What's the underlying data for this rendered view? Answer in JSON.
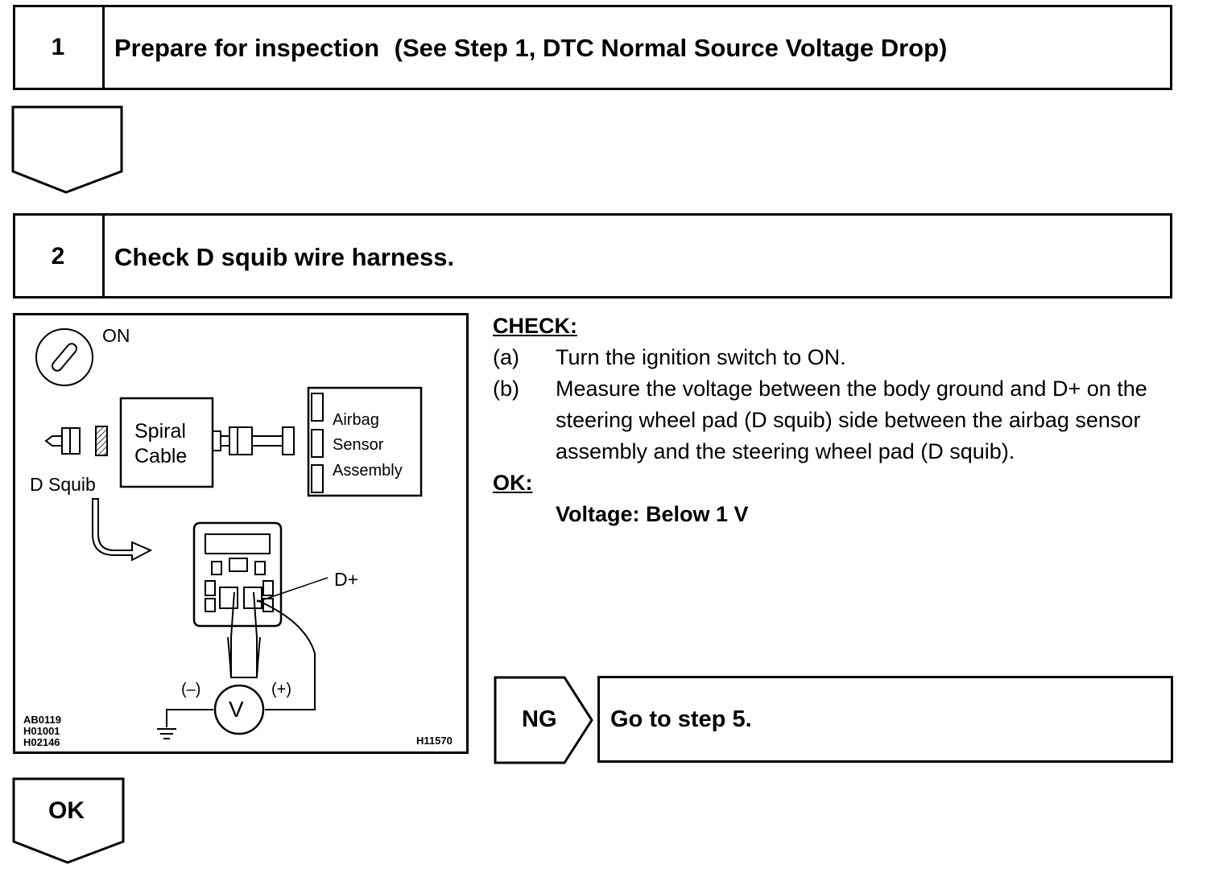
{
  "step1": {
    "number": "1",
    "title": "Prepare for inspection",
    "ref": "(See Step 1, DTC Normal Source Voltage Drop)"
  },
  "step2": {
    "number": "2",
    "title": "Check D squib wire harness."
  },
  "check": {
    "heading": "CHECK:",
    "items": [
      {
        "label": "(a)",
        "text": "Turn the ignition switch to ON."
      },
      {
        "label": "(b)",
        "text": "Measure the voltage between the body ground and D+ on the steering wheel pad (D squib) side between the airbag sensor assembly and the steering wheel pad (D squib)."
      }
    ],
    "ok_heading": "OK:",
    "ok_spec": "Voltage: Below 1 V"
  },
  "diagram": {
    "switch_label": "ON",
    "spiral_line1": "Spiral",
    "spiral_line2": "Cable",
    "airbag_line1": "Airbag",
    "airbag_line2": "Sensor",
    "airbag_line3": "Assembly",
    "d_squib": "D Squib",
    "d_plus": "D+",
    "minus": "(–)",
    "plus": "(+)",
    "meter": "V",
    "codes": "AB0119\nH01001\nH02146",
    "figure_id": "H11570"
  },
  "ng": {
    "label": "NG",
    "text": "Go to step 5."
  },
  "ok": {
    "label": "OK"
  }
}
